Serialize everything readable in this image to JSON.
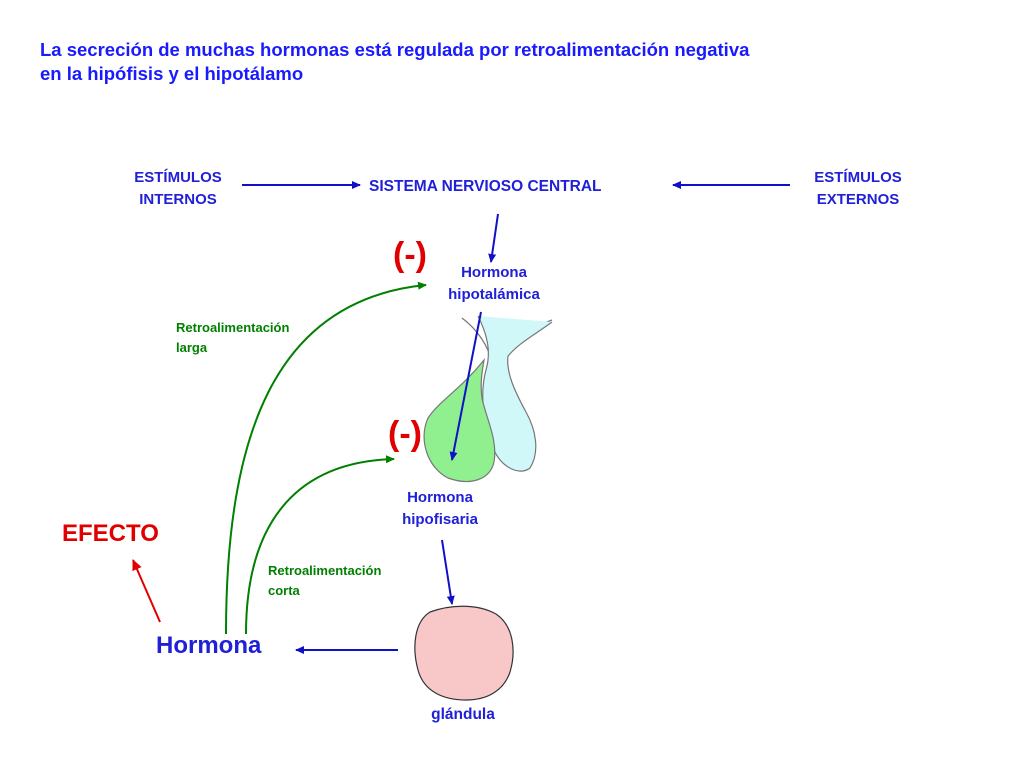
{
  "title": {
    "line1": "La secreción de muchas hormonas está regulada por retroalimentación negativa",
    "line2": "en la hipófisis y el hipotálamo"
  },
  "nodes": {
    "internal_stimuli": [
      "ESTÍMULOS",
      "INTERNOS"
    ],
    "cns": "SISTEMA NERVIOSO CENTRAL",
    "external_stimuli": [
      "ESTÍMULOS",
      "EXTERNOS"
    ],
    "hypothalamic_hormone": [
      "Hormona",
      "hipotalámica"
    ],
    "pituitary_hormone": [
      "Hormona",
      "hipofisaria"
    ],
    "gland": "glándula",
    "hormone": "Hormona",
    "effect": "EFECTO"
  },
  "feedback": {
    "long_label": [
      "Retroalimentación",
      "larga"
    ],
    "short_label": [
      "Retroalimentación",
      "corta"
    ],
    "inhibit_symbol": "(-)"
  },
  "colors": {
    "title": "#1a1aff",
    "text_blue": "#2020d8",
    "arrow_blue": "#1010c8",
    "green": "#008000",
    "red": "#e00000",
    "pituitary_anterior": "#90f090",
    "pituitary_posterior": "#d0f8f8",
    "gland_fill": "#f8c8c8"
  }
}
